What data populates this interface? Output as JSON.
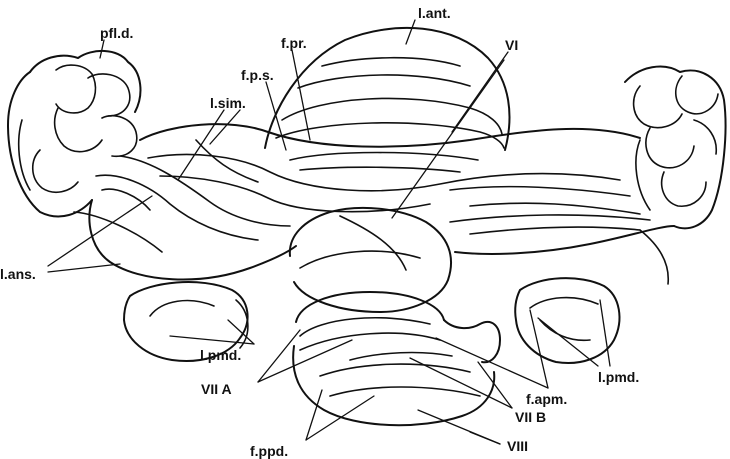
{
  "labels": {
    "pfl_d": "pfl.d.",
    "l_ant": "l.ant.",
    "f_pr": "f.pr.",
    "f_p_s": "f.p.s.",
    "vi": "VI",
    "l_sim": "l.sim.",
    "l_ans": "l.ans.",
    "l_pmd_left": "l.pmd.",
    "l_pmd_right": "l.pmd.",
    "f_apm": "f.apm.",
    "vii_a": "VII A",
    "vii_b": "VII B",
    "viii": "VIII",
    "f_ppd": "f.ppd."
  }
}
